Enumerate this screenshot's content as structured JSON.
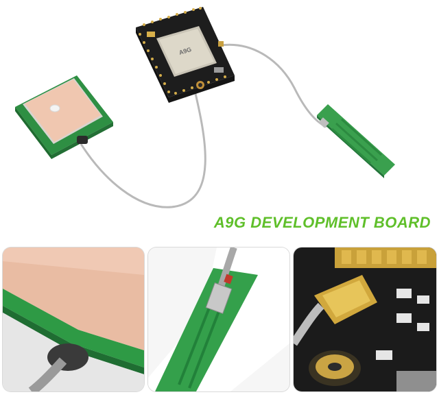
{
  "product": {
    "title": "A9G DEVELOPMENT BOARD",
    "chip_marking": "A9G"
  },
  "colors": {
    "title_green": "#5fbf2a",
    "pcb_green": "#2e9a45",
    "ceramic_pink": "#f0c7b0",
    "board_black": "#1d1d1d",
    "gold": "#c9a13a"
  },
  "detail_panels": [
    {
      "subject": "gps-ceramic-antenna-closeup"
    },
    {
      "subject": "pcb-antenna-connector-closeup"
    },
    {
      "subject": "ipex-connector-on-board-closeup"
    }
  ]
}
